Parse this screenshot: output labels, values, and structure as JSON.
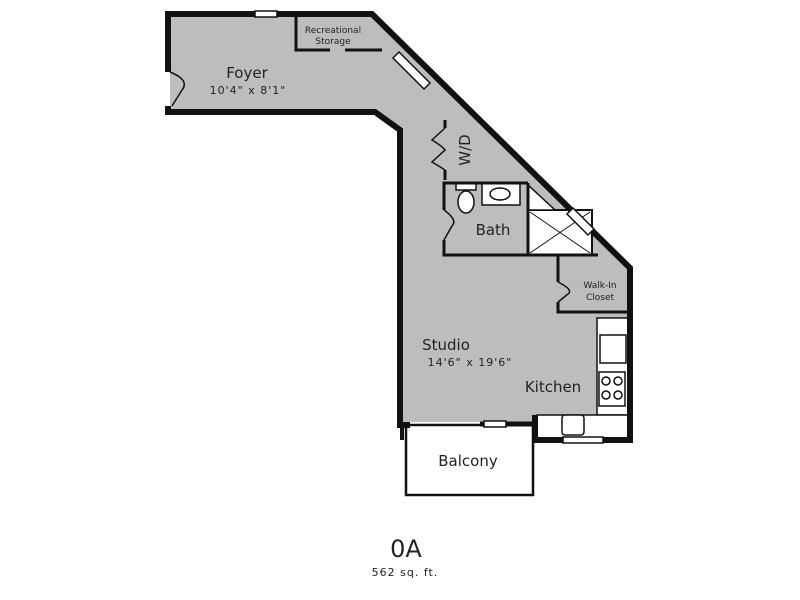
{
  "plan": {
    "unit_name": "0A",
    "area": "562 sq. ft.",
    "rooms": {
      "storage_line1": "Recreational",
      "storage_line2": "Storage",
      "foyer": "Foyer",
      "foyer_dim": "10'4\"  x  8'1\"",
      "wd": "W/D",
      "bath": "Bath",
      "closet_line1": "Walk-In",
      "closet_line2": "Closet",
      "studio": "Studio",
      "studio_dim": "14'6\"  x  19'6\"",
      "kitchen": "Kitchen",
      "balcony": "Balcony"
    },
    "colors": {
      "floor": "#bdbdbd",
      "wall": "#111111"
    }
  }
}
